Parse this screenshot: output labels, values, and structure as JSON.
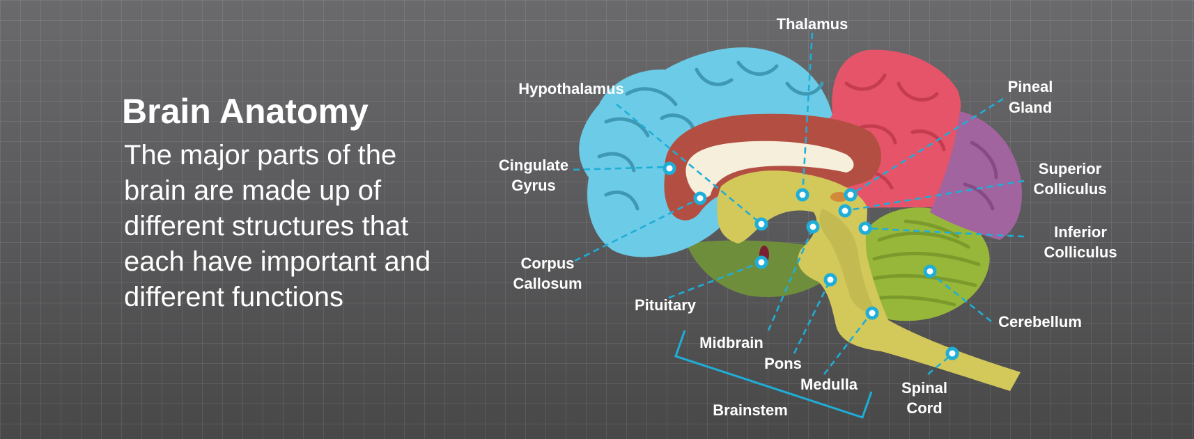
{
  "heading": {
    "title": "Brain Anatomy",
    "lines": [
      "The major parts of the",
      "brain are made up of",
      "different structures that",
      "each have important and",
      "different functions"
    ]
  },
  "labels": {
    "thalamus": "Thalamus",
    "hypothalamus": "Hypothalamus",
    "pineal_1": "Pineal",
    "pineal_2": "Gland",
    "cingulate_1": "Cingulate",
    "cingulate_2": "Gyrus",
    "superior_1": "Superior",
    "superior_2": "Colliculus",
    "inferior_1": "Inferior",
    "inferior_2": "Colliculus",
    "corpus_1": "Corpus",
    "corpus_2": "Callosum",
    "pituitary": "Pituitary",
    "cerebellum": "Cerebellum",
    "midbrain": "Midbrain",
    "pons": "Pons",
    "medulla": "Medulla",
    "spinal_1": "Spinal",
    "spinal_2": "Cord",
    "brainstem": "Brainstem"
  },
  "colors": {
    "frontal_lobe": "#6ccbe6",
    "parietal_lobe": "#e55468",
    "occipital_lobe": "#a1649e",
    "cingulate": "#b24f42",
    "corpus_callosum": "#f6efdc",
    "diencephalon": "#d3c85a",
    "temporal": "#6f8e3c",
    "cerebellum": "#97b73a",
    "leader_line": "#1eaed8"
  }
}
